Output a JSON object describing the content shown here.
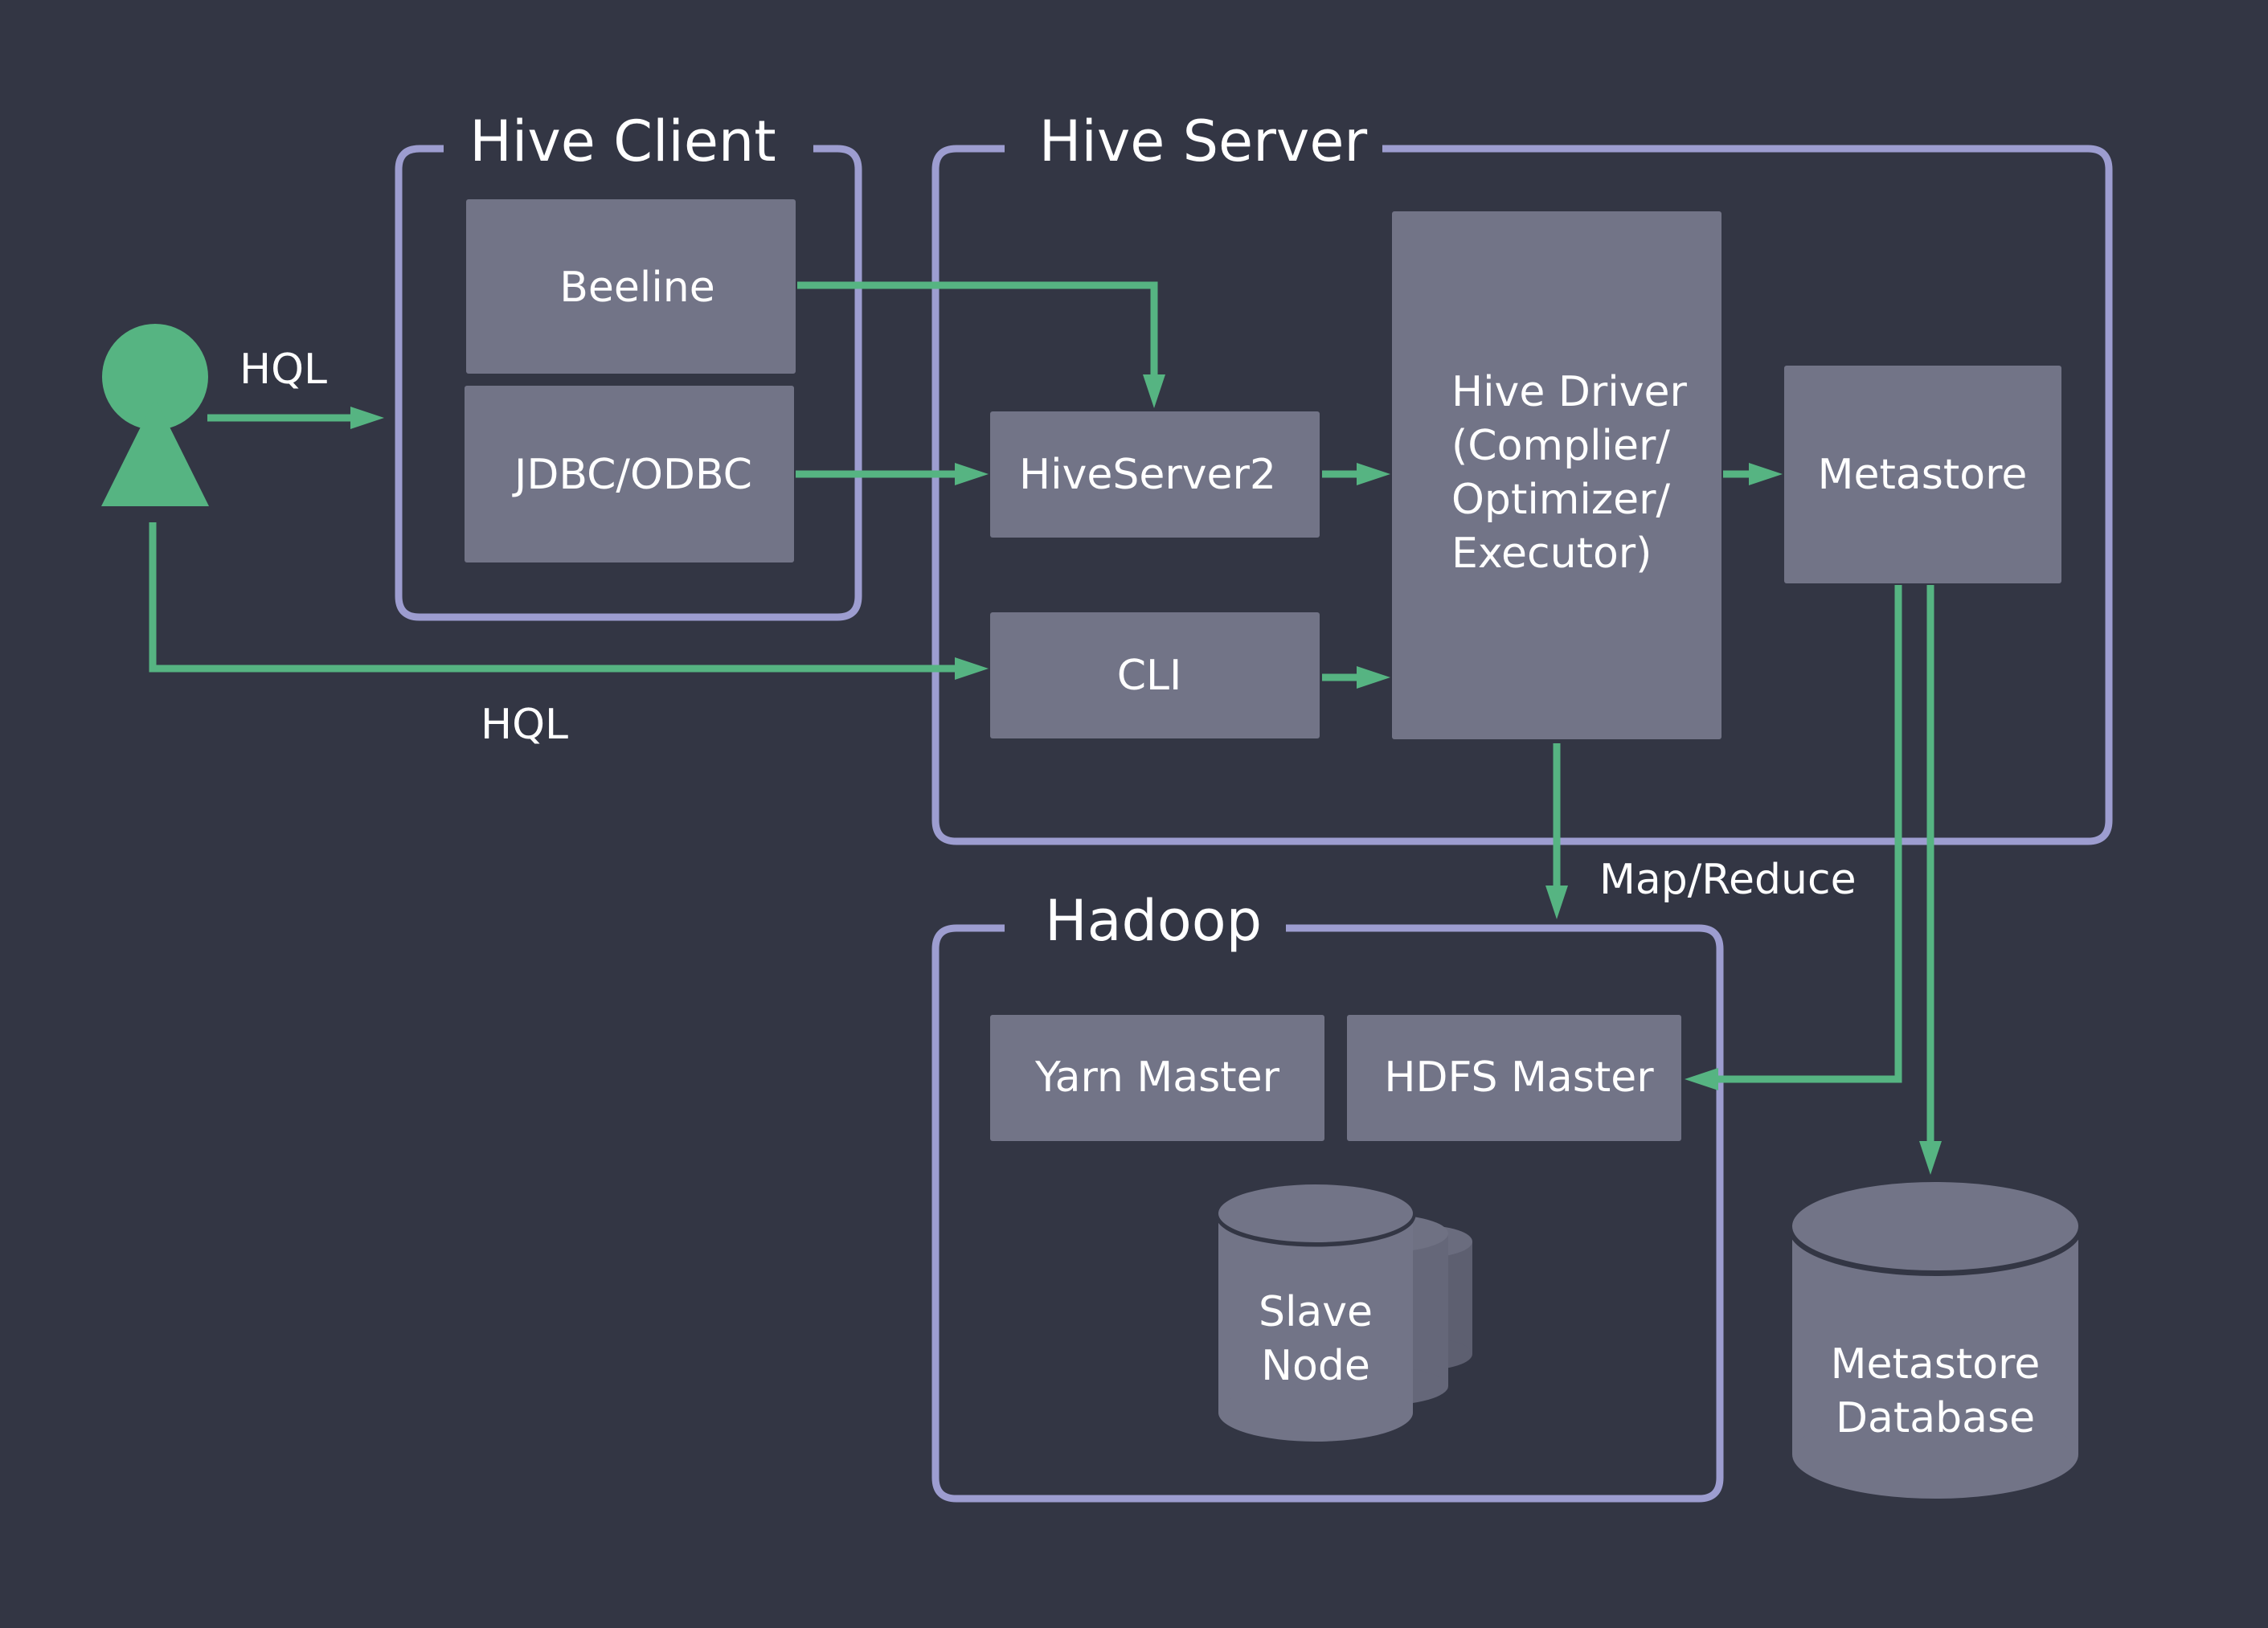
{
  "diagram": {
    "groups": {
      "hive_client": "Hive Client",
      "hive_server": "Hive Server",
      "hadoop": "Hadoop"
    },
    "nodes": {
      "beeline": "Beeline",
      "jdbc_odbc": "JDBC/ODBC",
      "hiveserver2": "HiveServer2",
      "cli": "CLI",
      "hive_driver": [
        "Hive Driver",
        "(Complier/",
        "Optimizer/",
        "Executor)"
      ],
      "metastore": "Metastore",
      "yarn_master": "Yarn Master",
      "hdfs_master": "HDFS Master",
      "slave_node": [
        "Slave",
        "Node"
      ],
      "metastore_database": [
        "Metastore",
        "Database"
      ]
    },
    "edge_labels": {
      "hql_top": "HQL",
      "hql_bottom": "HQL",
      "map_reduce": "Map/Reduce"
    },
    "colors": {
      "background": "#333644",
      "frame": "#9d9dd0",
      "box": "#727487",
      "arrow": "#56b482",
      "user": "#56b482",
      "text": "#ffffff"
    },
    "icons": {
      "user": "user-icon"
    }
  }
}
